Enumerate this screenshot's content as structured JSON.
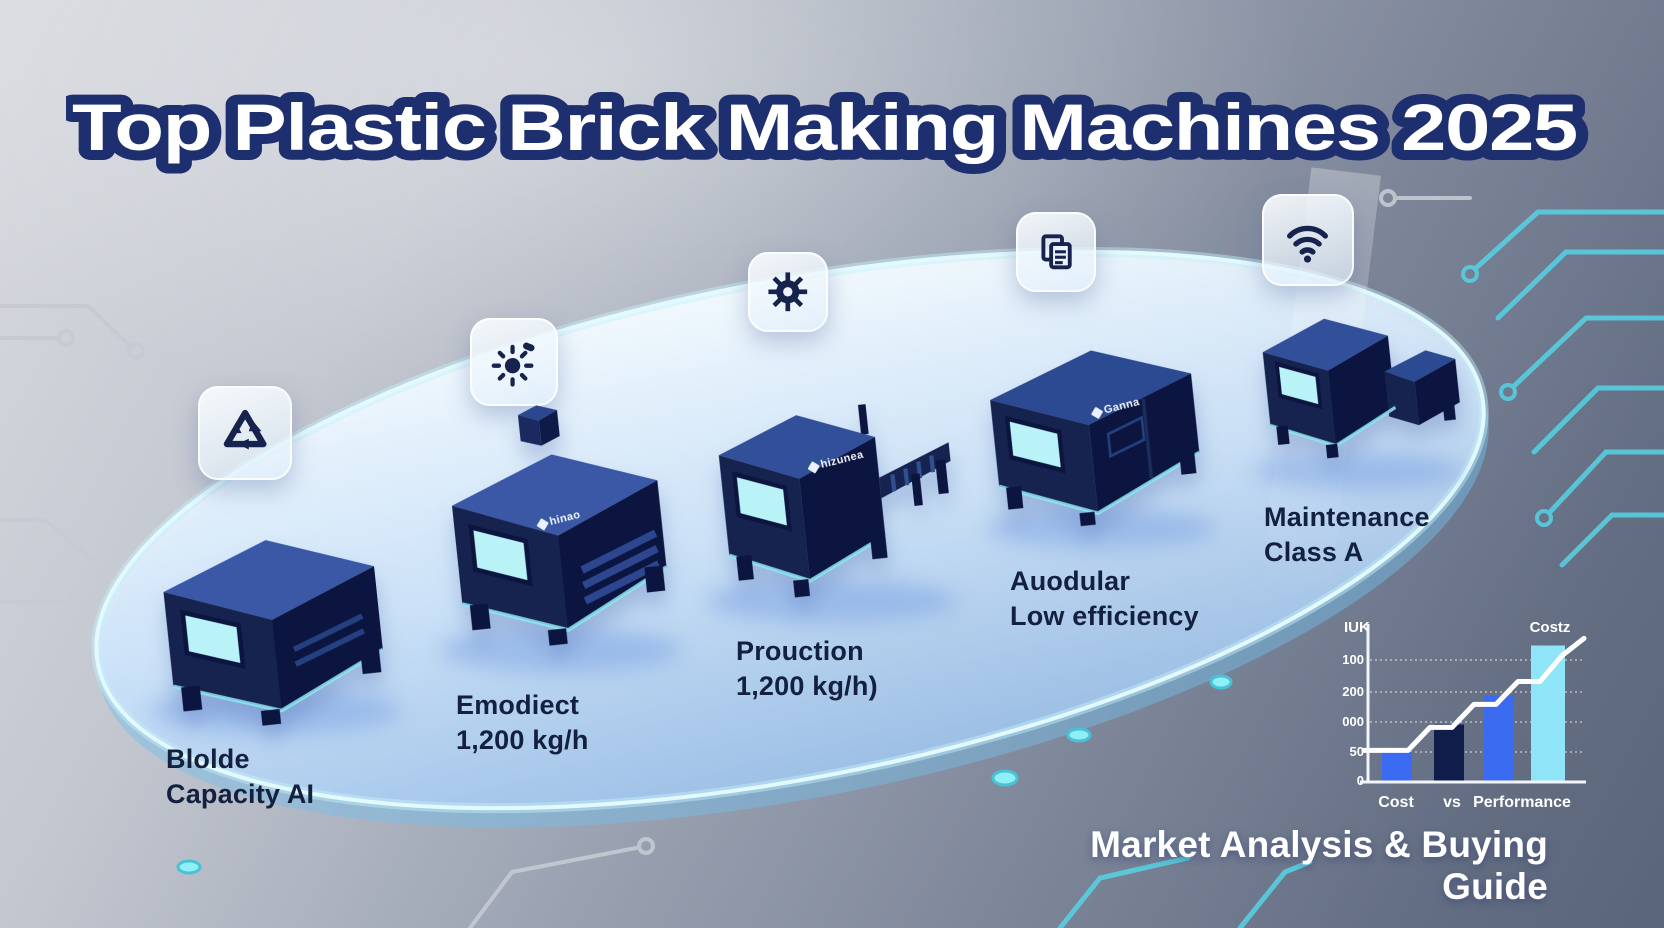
{
  "title": "Top Plastic Brick Making Machines 2025",
  "tagline": "Market Analysis & Buying Guide",
  "machines": [
    {
      "icon": "recycle-icon",
      "line1": "Blolde",
      "line2": "Capacity AI",
      "brand": ""
    },
    {
      "icon": "sun-icon",
      "line1": "Emodiect",
      "line2": "1,200 kg/h",
      "brand": "hinao"
    },
    {
      "icon": "gear-icon",
      "line1": "Prouction",
      "line2": "1,200 kg/h)",
      "brand": "hizunea"
    },
    {
      "icon": "copy-icon",
      "line1": "Auodular",
      "line2": "Low efficiency",
      "brand": "Ganna"
    },
    {
      "icon": "wifi-icon",
      "line1": "Maintenance",
      "line2": "Class A",
      "brand": ""
    }
  ],
  "chart": {
    "top_left_label": "IUK",
    "top_right_label": "Costz",
    "y_ticks": [
      "100",
      "200",
      "000",
      "50",
      "0"
    ],
    "x_labels": [
      "Cost",
      "vs",
      "Performance"
    ]
  },
  "chart_data": {
    "type": "bar",
    "title": "Cost vs Performance",
    "categories": [
      "Cost",
      "vs",
      "Performance",
      ""
    ],
    "values": [
      21,
      40,
      60,
      95
    ],
    "bar_colors": [
      "#3a6bf0",
      "#101c4a",
      "#3a6bf0",
      "#8fe4f8"
    ],
    "line_overlay": [
      22,
      22,
      22,
      38,
      38,
      54,
      54,
      70,
      70,
      88,
      100
    ],
    "y_tick_labels_top_to_bottom": [
      "100",
      "200",
      "000",
      "50",
      "0"
    ],
    "x_tick_labels": [
      "Cost",
      "vs",
      "Performance"
    ],
    "ylim": [
      0,
      110
    ],
    "legend": "none",
    "grid": "dotted-horizontal"
  },
  "colors": {
    "title_fill": "#ffffff",
    "title_outline": "#1e2f70",
    "machine_navy": "#17234f",
    "machine_side": "#0c1540",
    "machine_top": "#3a58a6",
    "screen_cyan": "#b9f3f8",
    "label_navy": "#13203f",
    "bar_blue": "#3a6bf0",
    "bar_navy": "#101c4a",
    "bar_cyan": "#8fe4f8",
    "circuit_teal": "#56d3e5",
    "platform_blue": "#cfe4fb"
  }
}
